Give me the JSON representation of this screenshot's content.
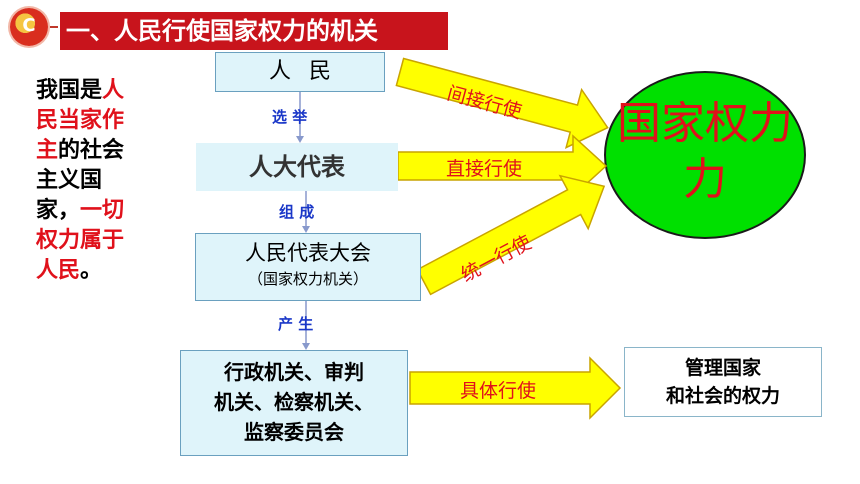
{
  "header": {
    "title": "一、人民行使国家权力的机关"
  },
  "left_statement": {
    "part1": "我国是",
    "part2": "人民当家作主",
    "part3": "的社会主义国家，",
    "part4": "一切权力属于人民",
    "part5": "。"
  },
  "nodes": {
    "people": "人民",
    "representatives": "人大代表",
    "congress_main": "人民代表大会",
    "congress_sub": "（国家权力机关）",
    "organs_line1": "行政机关、审判",
    "organs_line2": "机关、检察机关、",
    "organs_line3": "监察委员会",
    "manage_line1": "管理国家",
    "manage_line2": "和社会的权力",
    "state_power_line1": "国家权力",
    "state_power_line2": "力"
  },
  "connectors": {
    "elect": "选 举",
    "compose": "组 成",
    "produce": "产 生"
  },
  "arrows": {
    "indirect": "间接行使",
    "direct": "直接行使",
    "unified": "统一行使",
    "specific": "具体行使"
  },
  "colors": {
    "title_bg": "#c8141c",
    "highlight_red": "#e0111b",
    "arrow_fill": "#ffff00",
    "arrow_stroke": "#c9a400",
    "box_bg": "#dff4fa",
    "circle_fill": "#00e000",
    "connector_text": "#1a37c8"
  }
}
